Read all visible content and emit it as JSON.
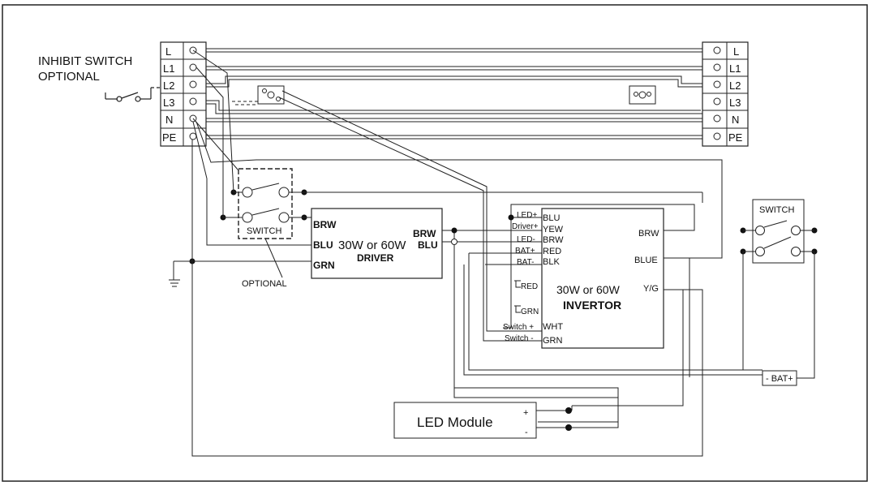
{
  "inhibit": {
    "line1": "INHIBIT SWITCH",
    "line2": "OPTIONAL"
  },
  "terminals": {
    "labels": [
      "L",
      "L1",
      "L2",
      "L3",
      "N",
      "PE"
    ]
  },
  "switch_left": {
    "label": "SWITCH"
  },
  "optional_label": "OPTIONAL",
  "driver": {
    "title": "30W or 60W",
    "subtitle": "DRIVER",
    "inputs": [
      "BRW",
      "BLU",
      "GRN"
    ],
    "outputs": [
      "BRW",
      "BLU"
    ]
  },
  "invertor": {
    "title": "30W or 60W",
    "subtitle": "INVERTOR",
    "pins": [
      "BLU",
      "YEW",
      "BRW",
      "RED",
      "BLK"
    ],
    "pin_labels": [
      "LED+",
      "Driver+",
      "LED-",
      "BAT+",
      "BAT-"
    ],
    "aux": [
      "RED",
      "GRN"
    ],
    "switch_pins": [
      "WHT",
      "GRN"
    ],
    "switch_labels": [
      "Switch +",
      "Switch -"
    ],
    "outputs": [
      "BRW",
      "BLUE",
      "Y/G"
    ]
  },
  "switch_right": {
    "label": "SWITCH"
  },
  "battery": {
    "label": "- BAT+"
  },
  "led_module": {
    "label": "LED Module",
    "plus": "+",
    "minus": "-"
  }
}
